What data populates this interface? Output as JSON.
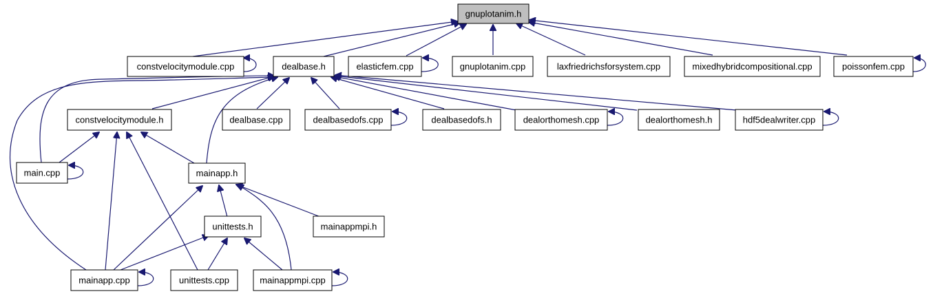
{
  "graph": {
    "root_label": "gnuplotanim.h",
    "edge_color": "#191970",
    "root_fill": "#bfbfbf",
    "nodes": {
      "gnuplotanim_h": "gnuplotanim.h",
      "constvelocitymodule_cpp": "constvelocitymodule.cpp",
      "dealbase_h": "dealbase.h",
      "elasticfem_cpp": "elasticfem.cpp",
      "gnuplotanim_cpp": "gnuplotanim.cpp",
      "laxfriedrichsforsystem_cpp": "laxfriedrichsforsystem.cpp",
      "mixedhybridcompositional_cpp": "mixedhybridcompositional.cpp",
      "poissonfem_cpp": "poissonfem.cpp",
      "constvelocitymodule_h": "constvelocitymodule.h",
      "dealbase_cpp": "dealbase.cpp",
      "dealbasedofs_cpp": "dealbasedofs.cpp",
      "dealbasedofs_h": "dealbasedofs.h",
      "dealorthomesh_cpp": "dealorthomesh.cpp",
      "dealorthomesh_h": "dealorthomesh.h",
      "hdf5dealwriter_cpp": "hdf5dealwriter.cpp",
      "main_cpp": "main.cpp",
      "mainapp_h": "mainapp.h",
      "unittests_h": "unittests.h",
      "mainappmpi_h": "mainappmpi.h",
      "mainapp_cpp": "mainapp.cpp",
      "unittests_cpp": "unittests.cpp",
      "mainappmpi_cpp": "mainappmpi.cpp"
    }
  }
}
